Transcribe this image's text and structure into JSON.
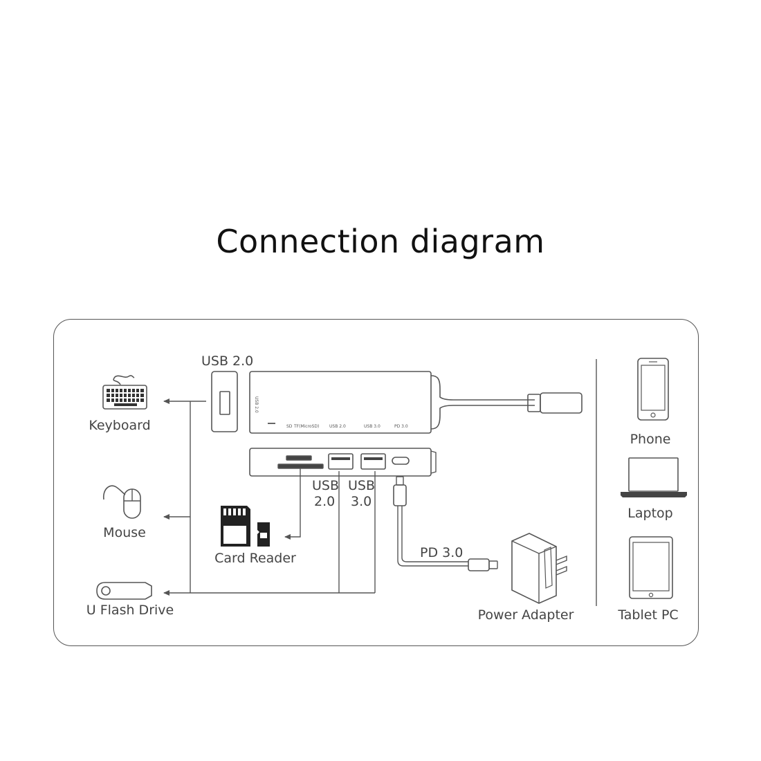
{
  "title": "Connection diagram",
  "devices_left": {
    "keyboard": "Keyboard",
    "mouse": "Mouse",
    "flash_drive": "U Flash Drive"
  },
  "devices_right": {
    "phone": "Phone",
    "laptop": "Laptop",
    "tablet": "Tablet PC"
  },
  "ports": {
    "side_usb": "USB 2.0",
    "usb2_line1": "USB",
    "usb2_line2": "2.0",
    "usb3_line1": "USB",
    "usb3_line2": "3.0",
    "pd": "PD 3.0"
  },
  "hub_markings": {
    "side": "USB 2.0",
    "sd": "SD",
    "tf": "TF(MicroSD)",
    "usb2": "USB 2.0",
    "usb3": "USB 3.0",
    "pd": "PD 3.0"
  },
  "accessories": {
    "card_reader": "Card Reader",
    "power_adapter": "Power Adapter"
  },
  "colors": {
    "line": "#555555",
    "panel_border": "#555555",
    "title": "#111111"
  }
}
